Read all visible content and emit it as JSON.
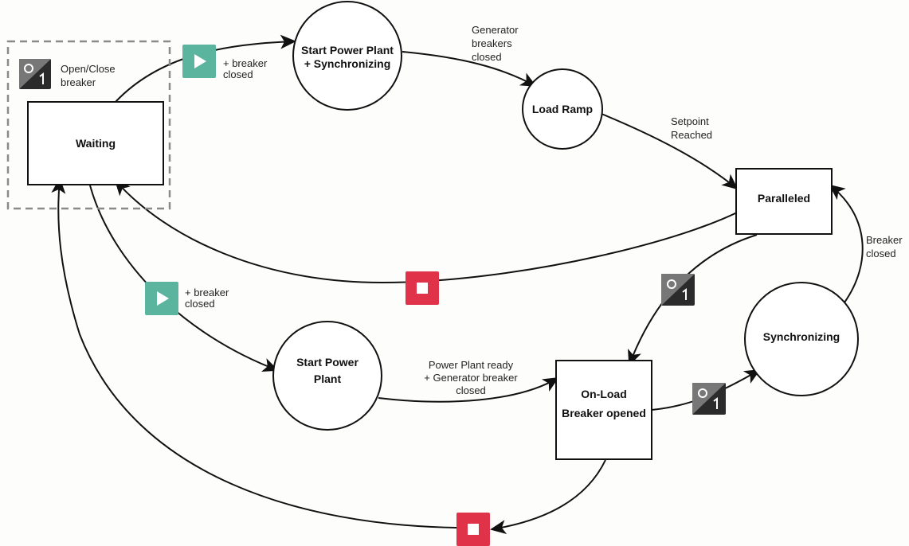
{
  "legend": {
    "label_line1": "Open/Close",
    "label_line2": "breaker",
    "icon": "toggle-breaker-icon"
  },
  "nodes": {
    "waiting": "Waiting",
    "start_sync_line1": "Start Power Plant",
    "start_sync_line2": "+ Synchronizing",
    "load_ramp": "Load Ramp",
    "paralleled": "Paralleled",
    "start_plant_line1": "Start Power",
    "start_plant_line2": "Plant",
    "onload_line1": "On-Load",
    "onload_line2": "Breaker opened",
    "synchronizing": "Synchronizing"
  },
  "edges": {
    "start_top_line1": "+ breaker",
    "start_top_line2": "closed",
    "gen_closed_line1": "Generator",
    "gen_closed_line2": "breakers",
    "gen_closed_line3": "closed",
    "setpoint_line1": "Setpoint",
    "setpoint_line2": "Reached",
    "start_low_line1": "+ breaker",
    "start_low_line2": "closed",
    "ready_line1": "Power Plant ready",
    "ready_line2": "+ Generator breaker",
    "ready_line3": "closed",
    "breaker_closed_line1": "Breaker",
    "breaker_closed_line2": "closed"
  },
  "icons": {
    "play": "play-icon",
    "stop": "stop-icon",
    "toggle": "toggle-breaker-icon"
  },
  "colors": {
    "play": "#5bb59e",
    "stop": "#e0334a",
    "toggle_dark": "#2b2b2b",
    "toggle_light": "#777777",
    "dashed_frame": "#8a8a8a"
  }
}
